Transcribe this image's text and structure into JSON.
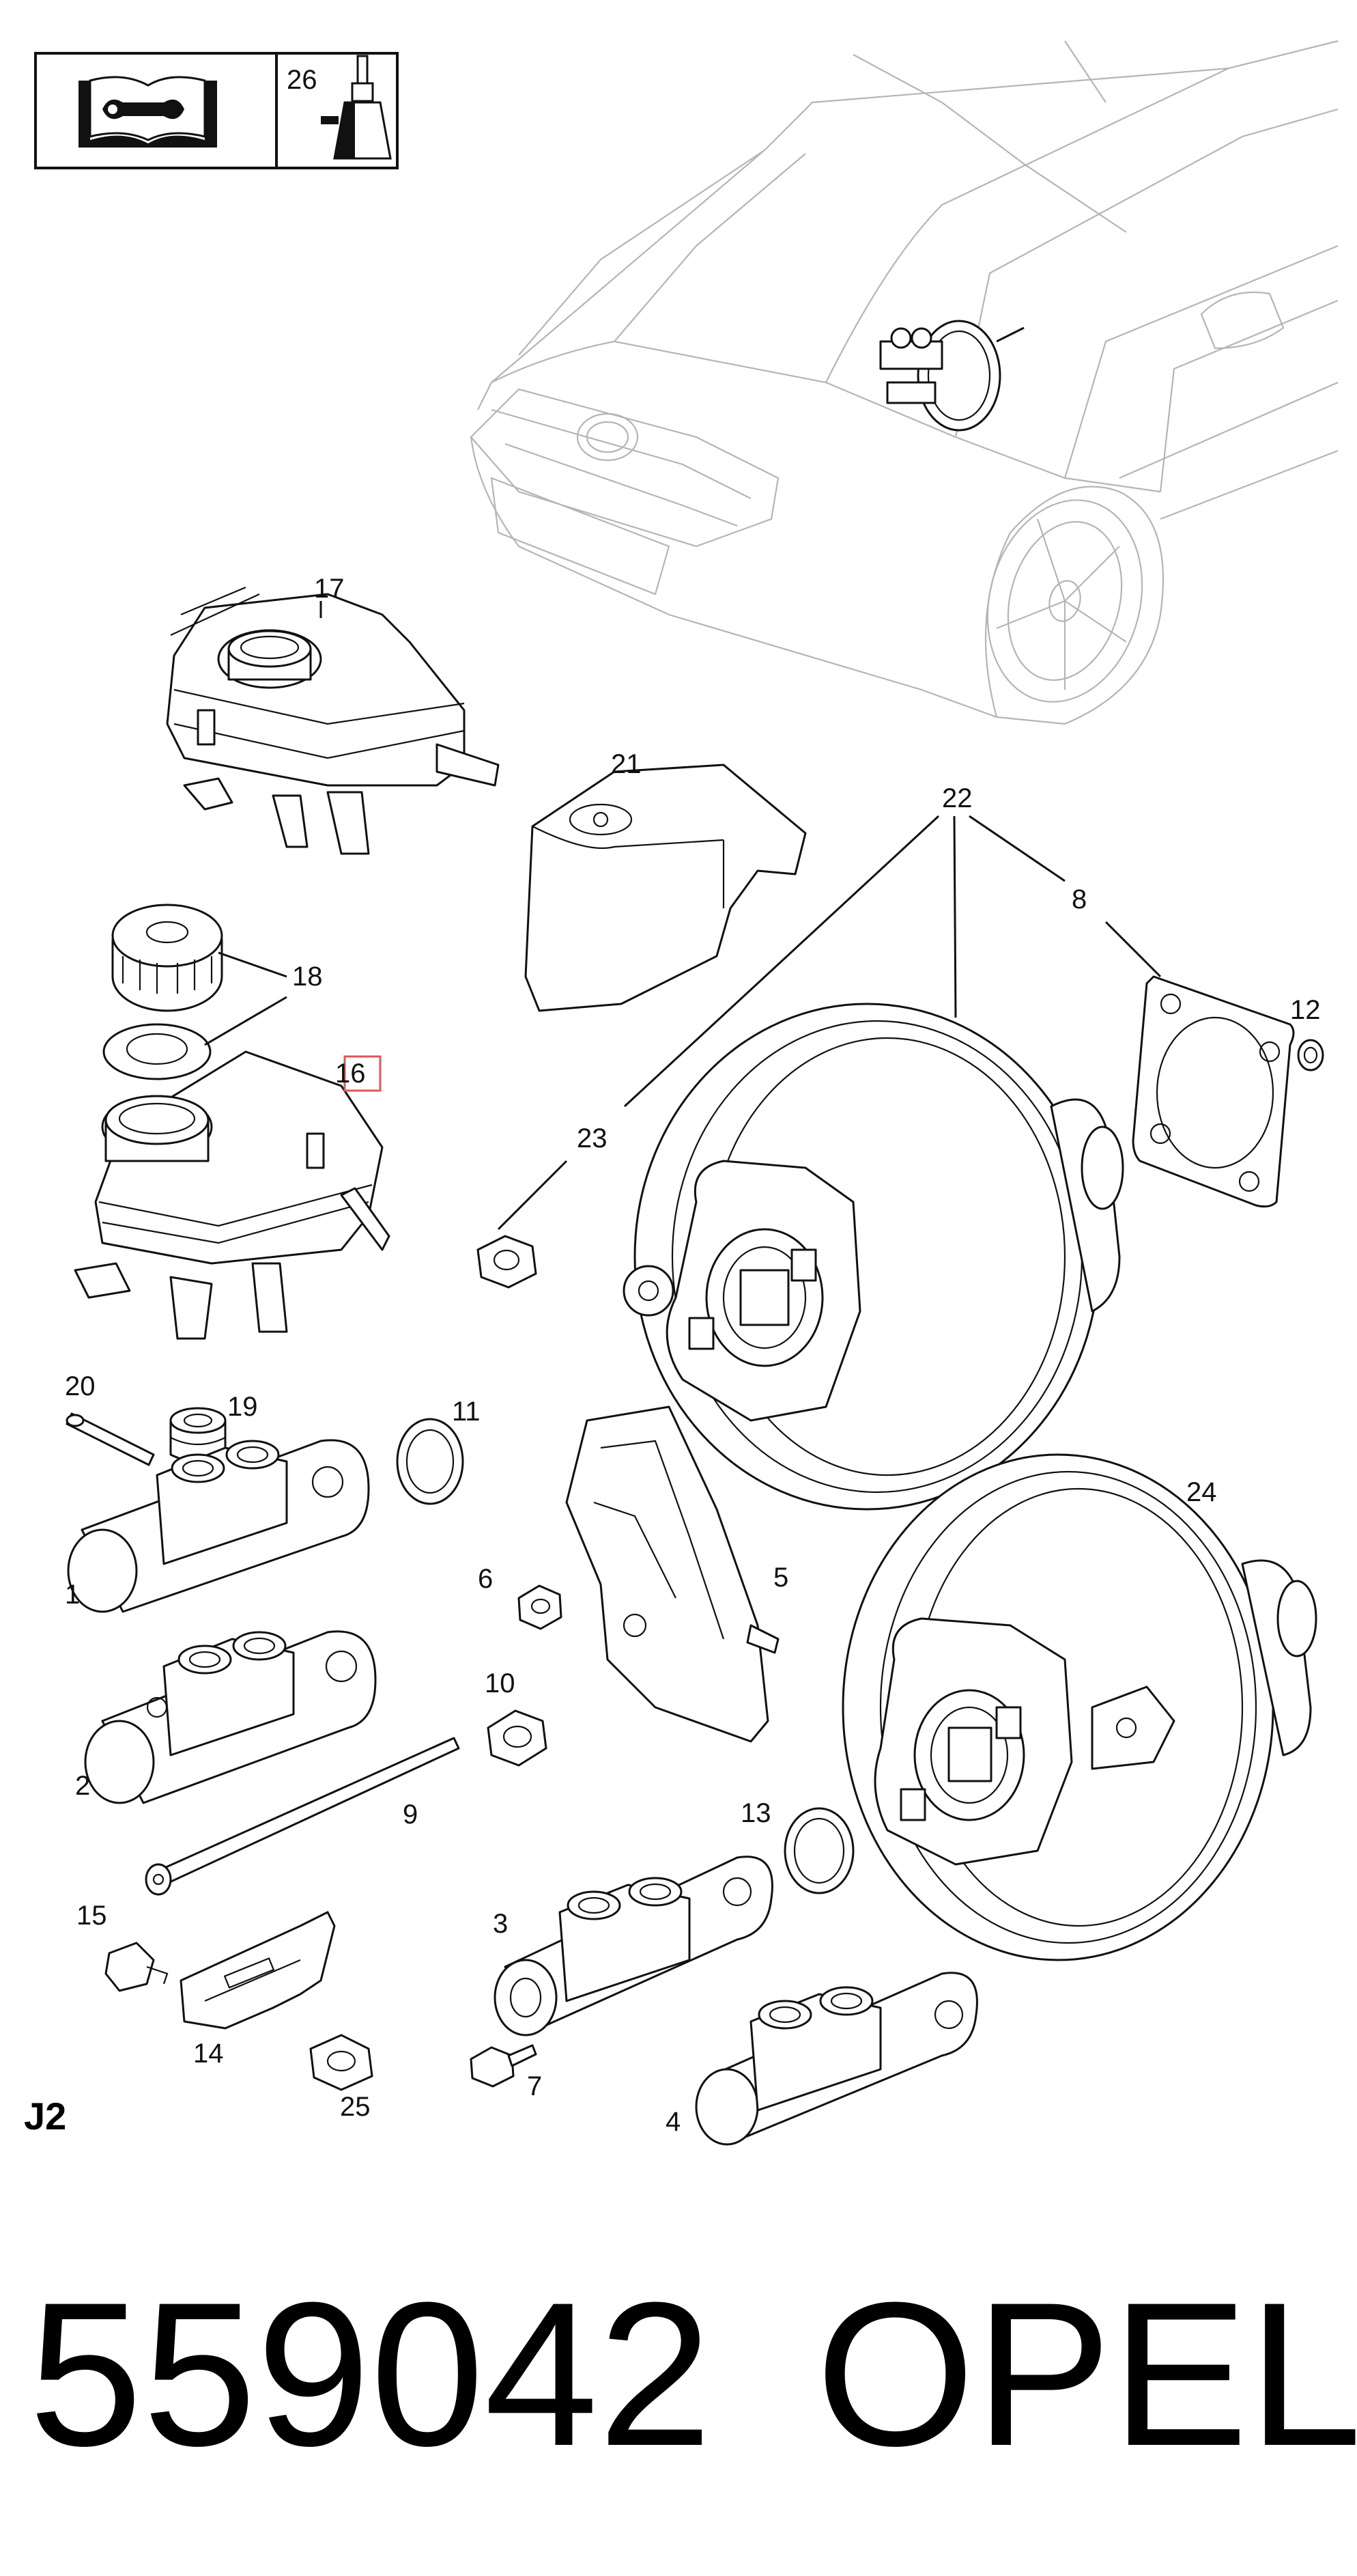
{
  "diagram": {
    "section_code": "J2",
    "part_number": "559042",
    "brand": "OPEL",
    "icon_box": {
      "ref": "26",
      "left_icon": "workshop-manual-icon",
      "right_icon": "grease-tube-icon"
    },
    "highlight_color": "#e0555a",
    "callouts": {
      "n1": "1",
      "n2": "2",
      "n3": "3",
      "n4": "4",
      "n5": "5",
      "n6": "6",
      "n7": "7",
      "n8": "8",
      "n9": "9",
      "n10": "10",
      "n11": "11",
      "n12": "12",
      "n13": "13",
      "n14": "14",
      "n15": "15",
      "n16": "16",
      "n17": "17",
      "n18": "18",
      "n19": "19",
      "n20": "20",
      "n21": "21",
      "n22": "22",
      "n23": "23",
      "n24": "24",
      "n25": "25"
    }
  }
}
